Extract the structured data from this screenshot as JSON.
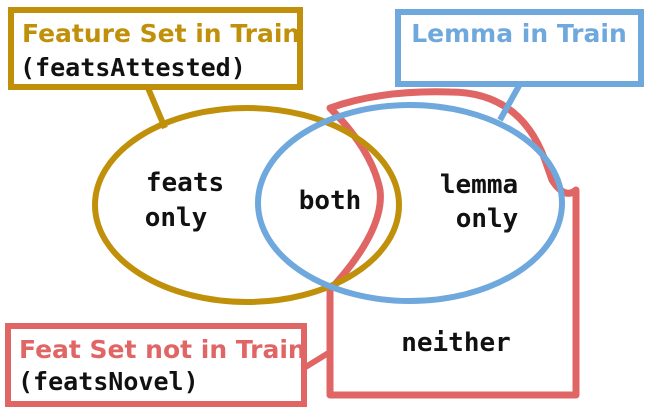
{
  "labels": {
    "feats_box_title": "Feature Set in Train",
    "feats_box_code": "(featsAttested)",
    "lemma_box_title": "Lemma in Train",
    "novel_box_title": "Feat Set not in Train",
    "novel_box_code": "(featsNovel)"
  },
  "regions": {
    "feats_only_line1": "feats",
    "feats_only_line2": "only",
    "both": "both",
    "lemma_only_line1": "lemma",
    "lemma_only_line2": "only",
    "neither": "neither"
  },
  "colors": {
    "feats": "#C0900A",
    "lemma": "#6FA8DC",
    "novel": "#E06666",
    "text": "#111111"
  }
}
